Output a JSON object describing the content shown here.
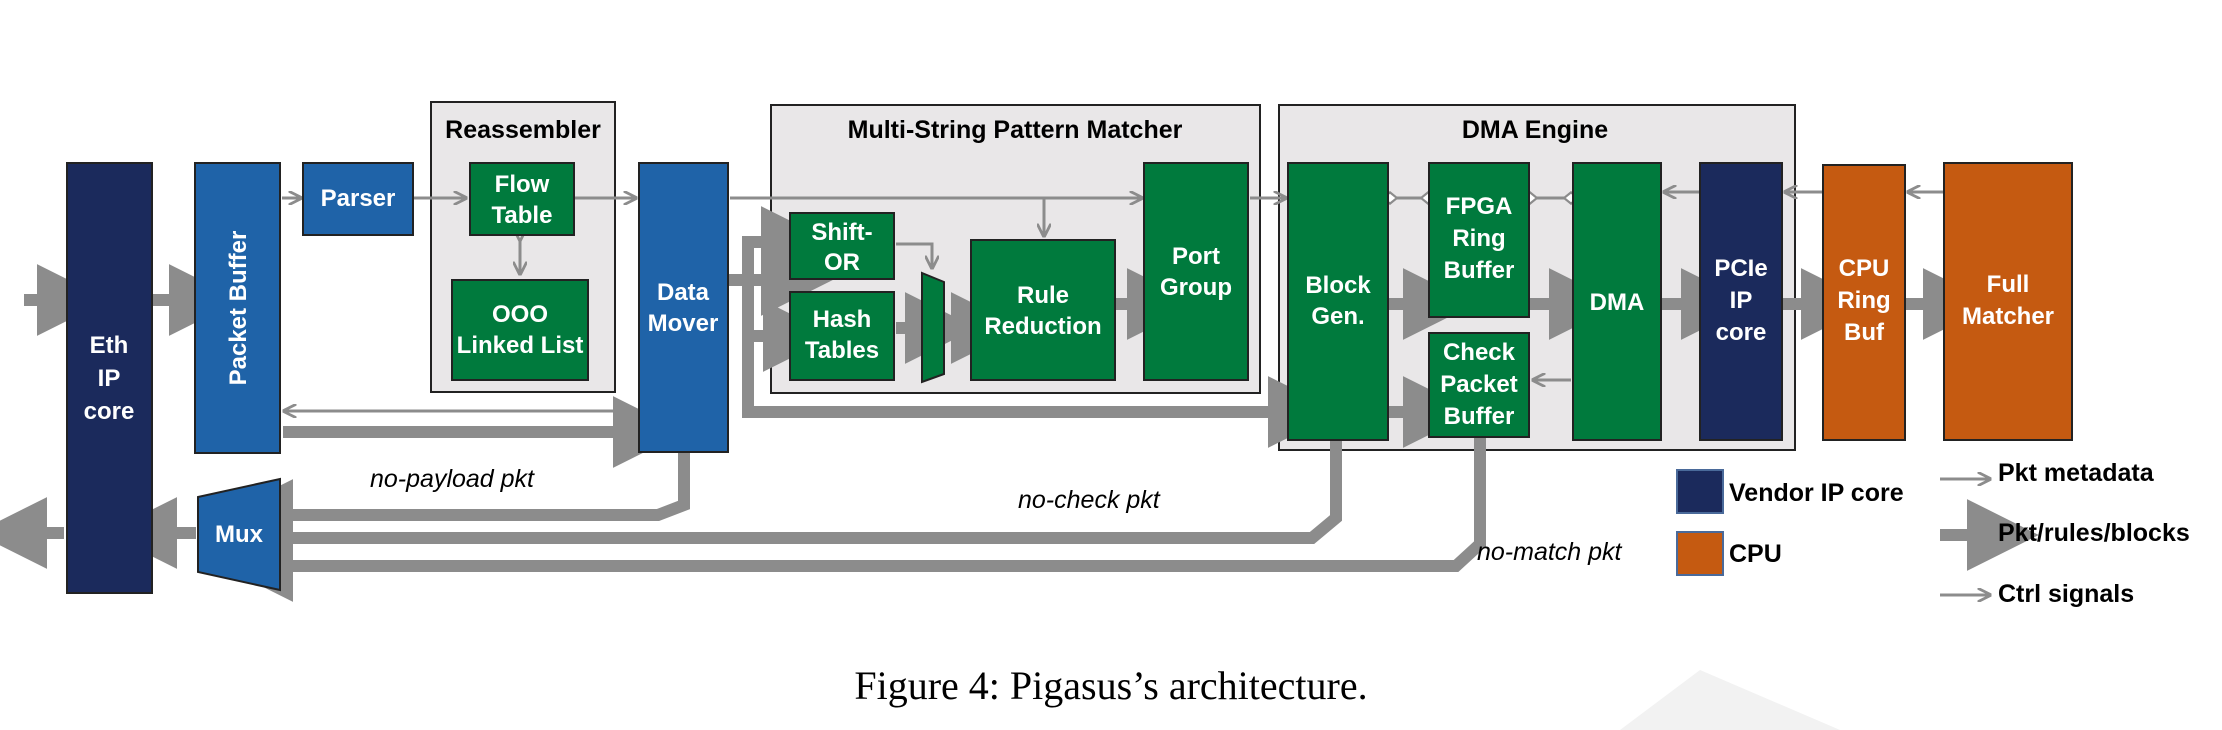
{
  "colors": {
    "vendor_ip": "#1b2a5c",
    "cpu": "#c55a11",
    "fpga_green": "#007a3d",
    "fpga_blue": "#1f63a8",
    "group_bg": "#e9e7e8",
    "arrow_gray": "#8c8c8c"
  },
  "groups": {
    "reassembler": "Reassembler",
    "mspm": "Multi-String Pattern Matcher",
    "dma_engine": "DMA Engine"
  },
  "blocks": {
    "eth_ip_core": [
      "Eth",
      "IP",
      "core"
    ],
    "packet_buffer": "Packet Buffer",
    "parser": "Parser",
    "flow_table": [
      "Flow",
      "Table"
    ],
    "ooo_list": [
      "OOO",
      "Linked List"
    ],
    "data_mover": [
      "Data",
      "Mover"
    ],
    "shift_or": [
      "Shift-",
      "OR"
    ],
    "hash_tables": [
      "Hash",
      "Tables"
    ],
    "rule_reduction": [
      "Rule",
      "Reduction"
    ],
    "port_group": [
      "Port",
      "Group"
    ],
    "block_gen": [
      "Block",
      "Gen."
    ],
    "fpga_ring_buffer": [
      "FPGA",
      "Ring",
      "Buffer"
    ],
    "check_packet_buffer": [
      "Check",
      "Packet",
      "Buffer"
    ],
    "dma": "DMA",
    "pcie_ip_core": [
      "PCIe",
      "IP",
      "core"
    ],
    "cpu_ring_buf": [
      "CPU",
      "Ring",
      "Buf"
    ],
    "full_matcher": [
      "Full",
      "Matcher"
    ],
    "mux": "Mux"
  },
  "path_labels": {
    "no_payload": "no-payload pkt",
    "no_check": "no-check pkt",
    "no_match": "no-match pkt"
  },
  "legend": {
    "vendor_ip": "Vendor IP core",
    "cpu": "CPU",
    "pkt_metadata": "Pkt metadata",
    "pkt_rules_blocks": "Pkt/rules/blocks",
    "ctrl_signals": "Ctrl signals"
  },
  "caption": "Figure 4:  Pigasus’s architecture."
}
